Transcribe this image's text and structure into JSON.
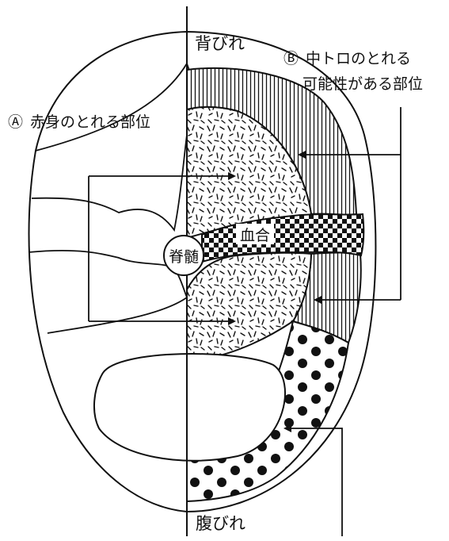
{
  "labels": {
    "dorsal_fin": "背びれ",
    "ventral_fin": "腹びれ",
    "spinal_cord": "脊髄",
    "dark_meat": "血合",
    "a_marker": "Ⓐ",
    "a_text": "赤身のとれる部位",
    "b_marker": "Ⓑ",
    "b_text_line1": "中トロのとれる",
    "b_text_line2": "可能性がある部位"
  },
  "colors": {
    "ink": "#111111",
    "paper": "#ffffff"
  }
}
